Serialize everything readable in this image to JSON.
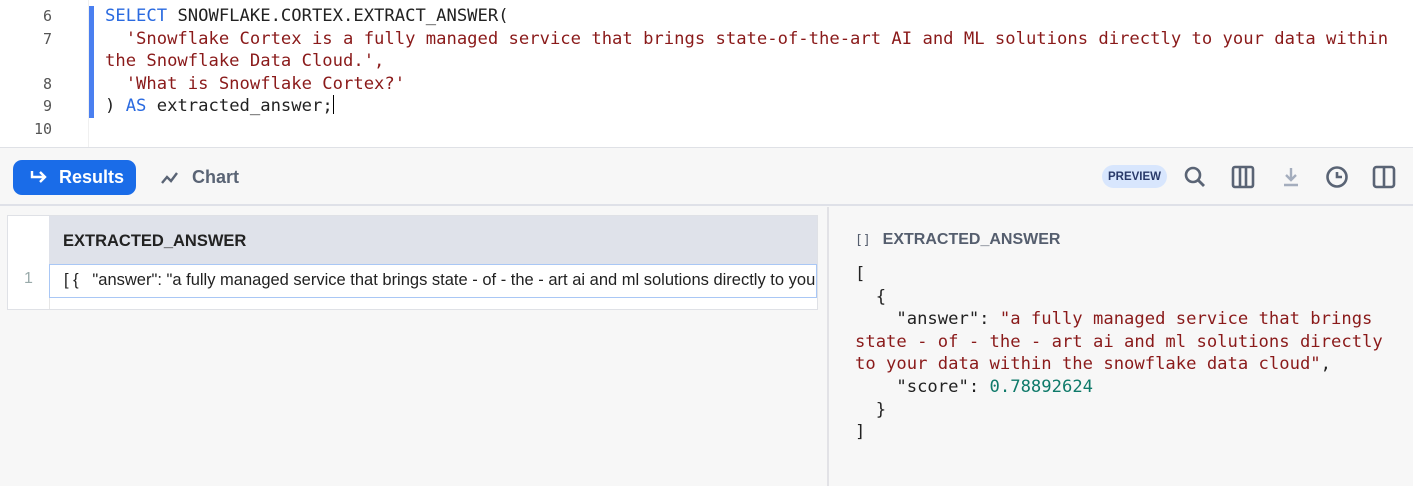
{
  "editor": {
    "line_numbers": [
      "6",
      "7",
      "8",
      "9",
      "10"
    ],
    "line6": {
      "kw": "SELECT",
      "rest": " SNOWFLAKE.CORTEX.EXTRACT_ANSWER("
    },
    "line7a": "  'Snowflake Cortex is a fully managed service that brings state-of-the-art AI and ML solutions directly to your data within",
    "line7b": "the Snowflake Data Cloud.',",
    "line8": "  'What is Snowflake Cortex?'",
    "line9": {
      "pre": ") ",
      "kw": "AS",
      "rest": " extracted_answer;"
    }
  },
  "toolbar": {
    "results_label": "Results",
    "chart_label": "Chart",
    "preview_badge": "PREVIEW",
    "icons": [
      "search-icon",
      "columns-icon",
      "download-icon",
      "history-icon",
      "split-panel-icon"
    ],
    "accent": "#1a6ce8"
  },
  "grid": {
    "column_header": "EXTRACTED_ANSWER",
    "rows": [
      {
        "num": "1",
        "value": "[ {   \"answer\": \"a fully managed service that brings state - of - the - art ai and ml solutions directly to your data within the snowflake data cloud\",   \"score\": 0.78892624 } ]"
      }
    ]
  },
  "detail": {
    "type_icon": "[]",
    "title": "EXTRACTED_ANSWER",
    "open_bracket": "[",
    "open_brace": "  {",
    "answer_key": "    \"answer\": ",
    "answer_l1": "\"a fully managed service that brings",
    "answer_l2": "state - of - the - art ai and ml solutions directly",
    "answer_l3": "to your data within the snowflake data cloud\"",
    "score_key": "    \"score\": ",
    "score": "0.78892624",
    "close_brace": "  }",
    "close_bracket": "]"
  }
}
